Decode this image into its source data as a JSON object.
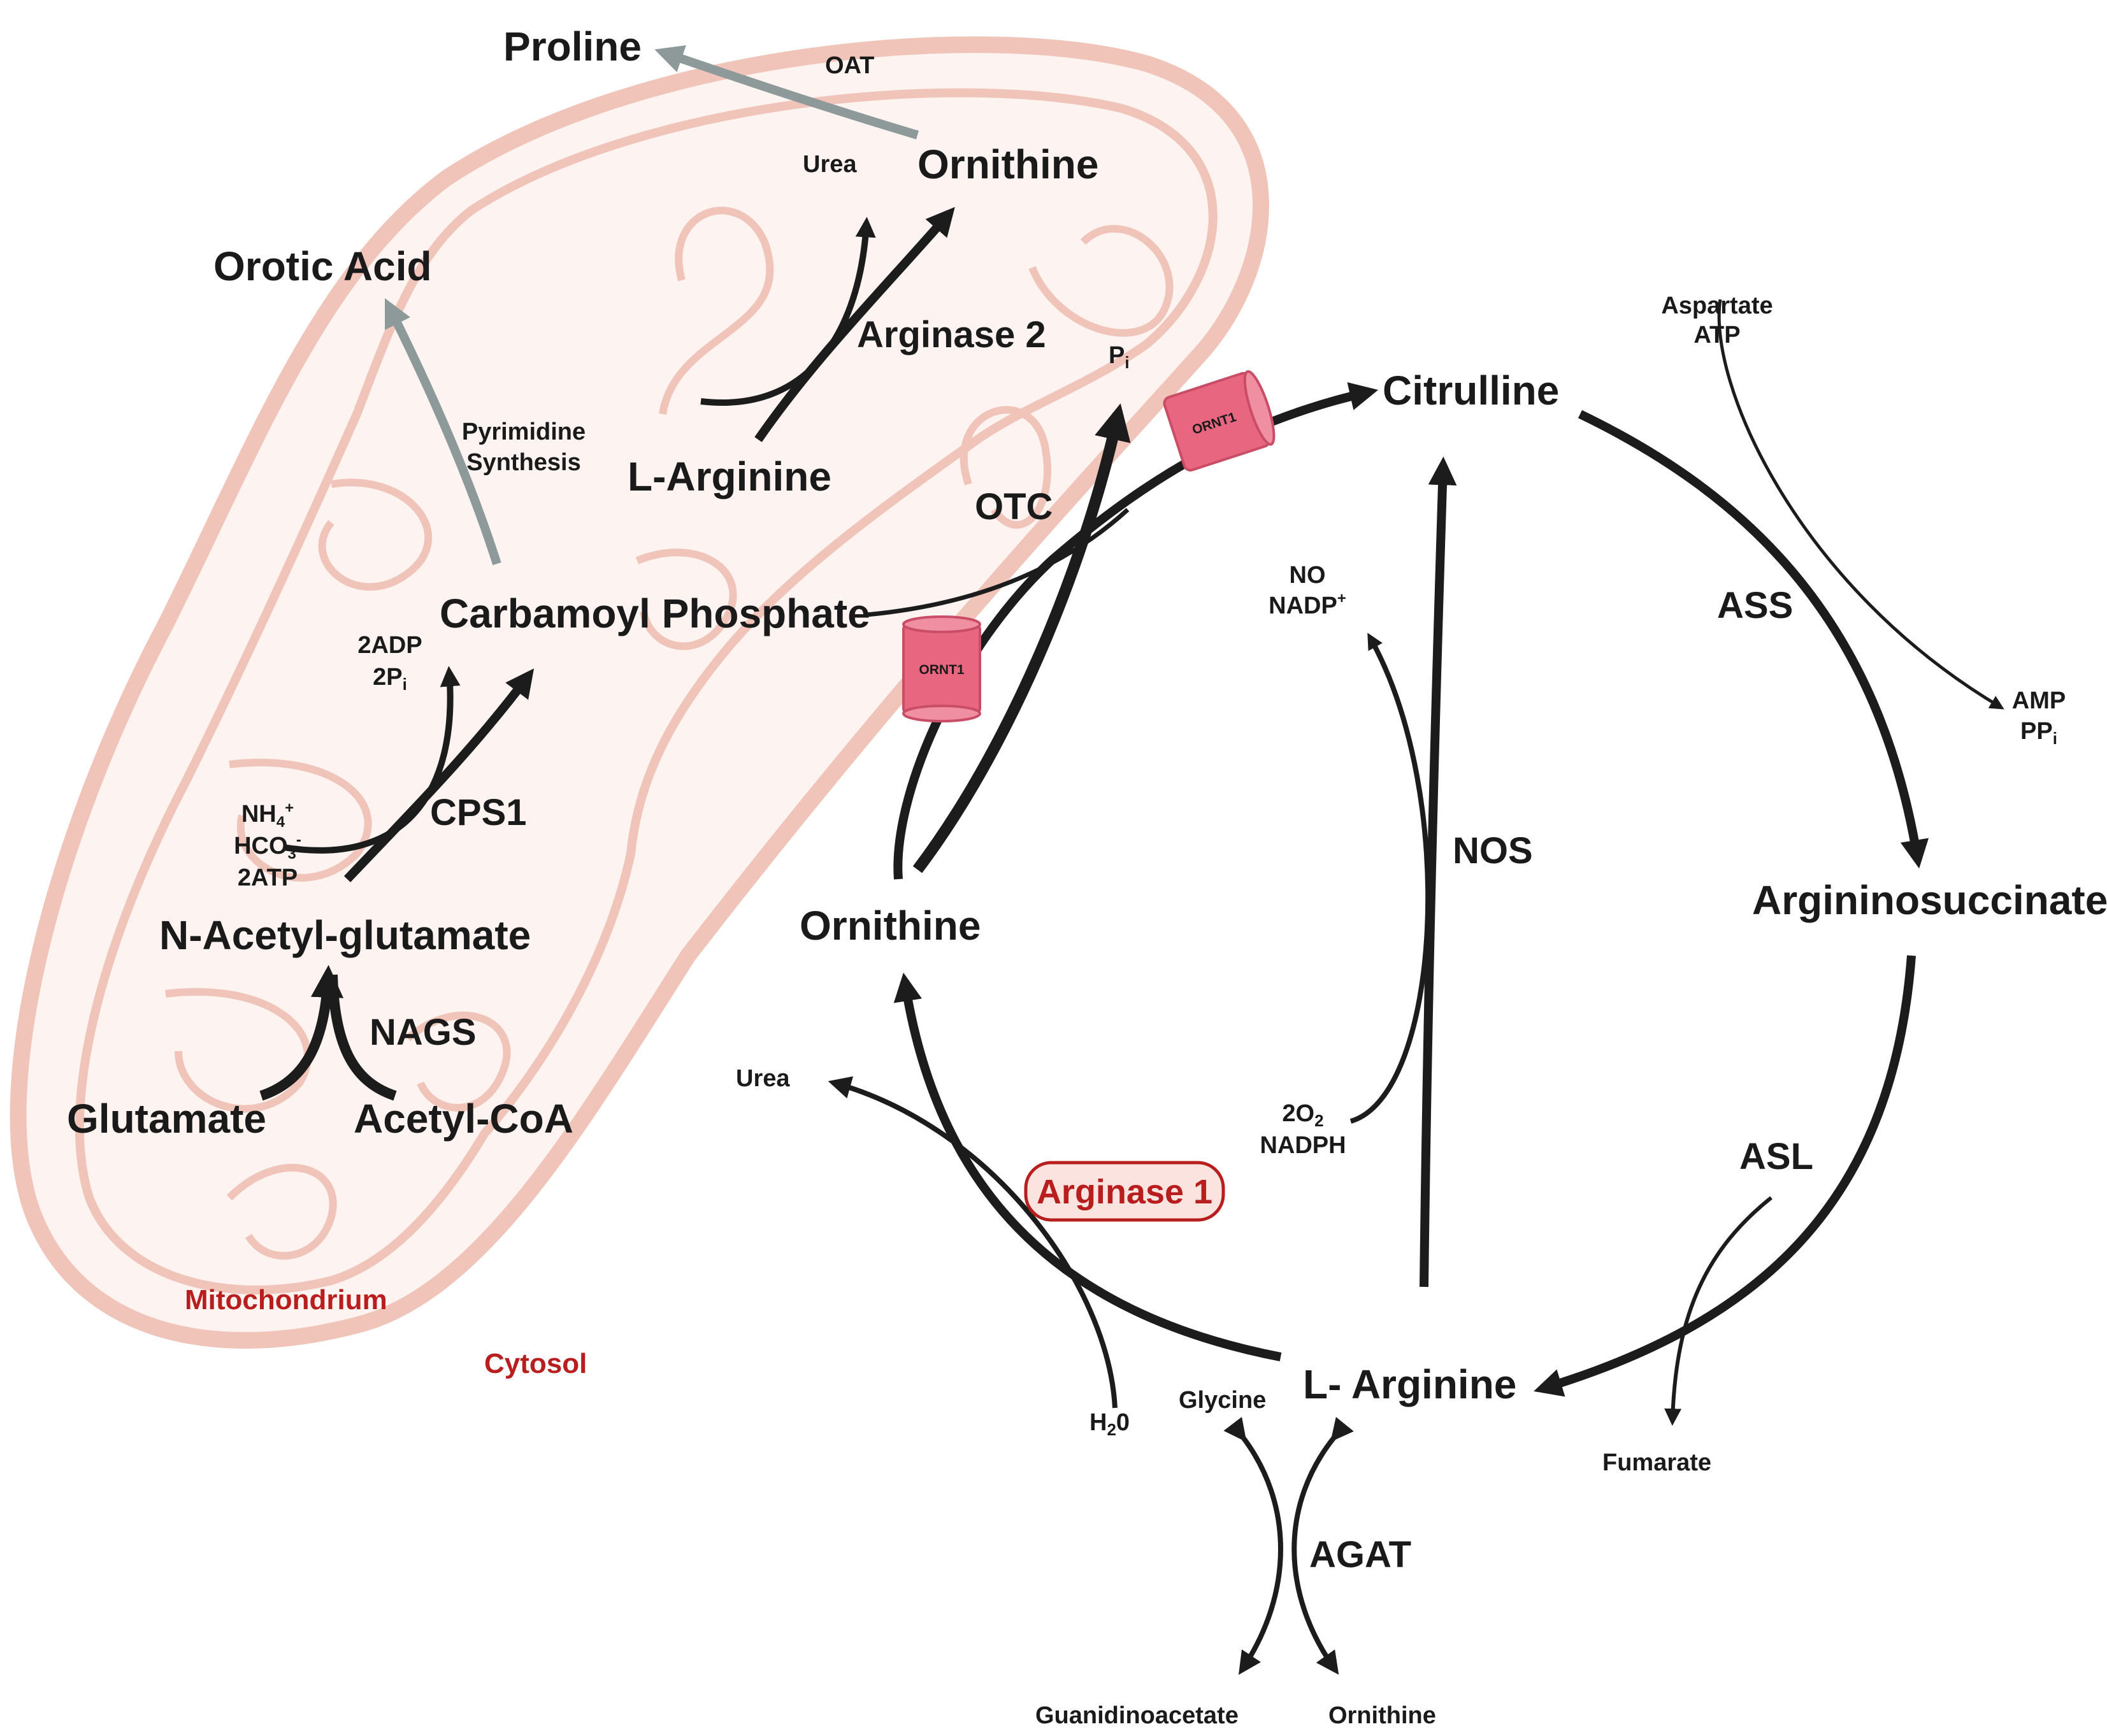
{
  "metabolites": {
    "proline": "Proline",
    "ornithine_mito": "Ornithine",
    "urea_mito": "Urea",
    "orotic_acid": "Orotic Acid",
    "l_arginine_mito": "L-Arginine",
    "carbamoyl_phosphate": "Carbamoyl Phosphate",
    "n_acetyl_glutamate": "N-Acetyl-glutamate",
    "glutamate": "Glutamate",
    "acetyl_coa": "Acetyl-CoA",
    "citrulline": "Citrulline",
    "argininosuccinate": "Argininosuccinate",
    "l_arginine_cyto": "L- Arginine",
    "ornithine_cyto": "Ornithine",
    "urea_cyto": "Urea",
    "fumarate": "Fumarate",
    "glycine": "Glycine",
    "guanidinoacetate": "Guanidinoacetate",
    "ornithine_agat": "Ornithine"
  },
  "enzymes": {
    "oat": "OAT",
    "arginase2": "Arginase 2",
    "pyrimidine_synthesis": [
      "Pyrimidine",
      "Synthesis"
    ],
    "otc": "OTC",
    "cps1": "CPS1",
    "nags": "NAGS",
    "ass": "ASS",
    "asl": "ASL",
    "nos": "NOS",
    "arginase1": "Arginase 1",
    "agat": "AGAT"
  },
  "cofactors": {
    "pi_label": "P",
    "pi_sub": "i",
    "adp_line1": "2ADP",
    "adp_line2_main": "2P",
    "adp_line2_sub": "i",
    "nh4_main": "NH",
    "nh4_sub": "4",
    "nh4_sup": "+",
    "hco3_main": "HCO",
    "hco3_sub": "3",
    "hco3_sup": "-",
    "atp2": "2ATP",
    "aspartate": "Aspartate",
    "atp": "ATP",
    "amp": "AMP",
    "ppi_main": "PP",
    "ppi_sub": "i",
    "no": "NO",
    "nadp_main": "NADP",
    "nadp_sup": "+",
    "o2_main": "2O",
    "o2_sub": "2",
    "nadph": "NADPH",
    "h2o_h": "H",
    "h2o_sub": "2",
    "h2o_o": "0"
  },
  "transporters": {
    "ornt1_top": "ORNT1",
    "ornt1_left": "ORNT1"
  },
  "compartments": {
    "mitochondrium": "Mitochondrium",
    "cytosol": "Cytosol"
  },
  "colors": {
    "membrane": "#f0c4b8",
    "matrix": "#fdf3f1",
    "arrow_dark": "#1c1c1c",
    "arrow_grey": "#8e9a9a",
    "transporter": "#e8667f",
    "label_red": "#b81e1e",
    "arginase1_fill": "#fbe3e0"
  }
}
